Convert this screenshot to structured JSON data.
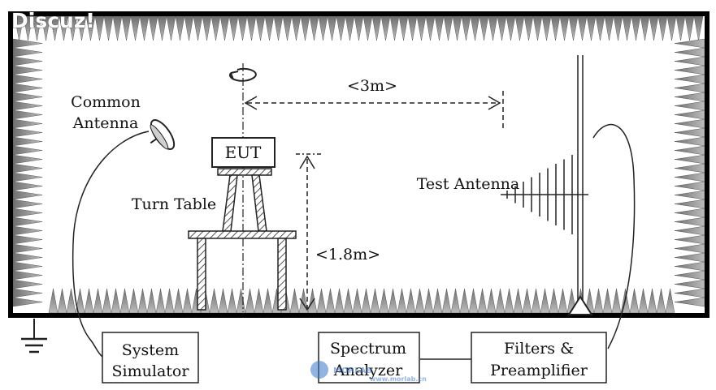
{
  "watermark": {
    "text": "Discuz!",
    "color": "#ffffff"
  },
  "labels": {
    "common_antenna_line1": "Common",
    "common_antenna_line2": "Antenna",
    "eut": "EUT",
    "turn_table": "Turn Table",
    "distance_3m": "<3m>",
    "height_18m": "<1.8m>",
    "test_antenna": "Test Antenna"
  },
  "boxes": {
    "system_simulator_line1": "System",
    "system_simulator_line2": "Simulator",
    "spectrum_analyzer_line1": "Spectrum",
    "spectrum_analyzer_line2": "Analyzer",
    "filters_line1": "Filters &",
    "filters_line2": "Preamplifier"
  },
  "logo": {
    "text": "MORLAB",
    "sub": "www.morlab.cn"
  },
  "colors": {
    "chamber_border": "#000000",
    "absorber": "#8a8a8a",
    "hatch": "#555555"
  },
  "icons": {
    "ground": "ground-icon",
    "rotation": "rotation-arrow-icon"
  }
}
